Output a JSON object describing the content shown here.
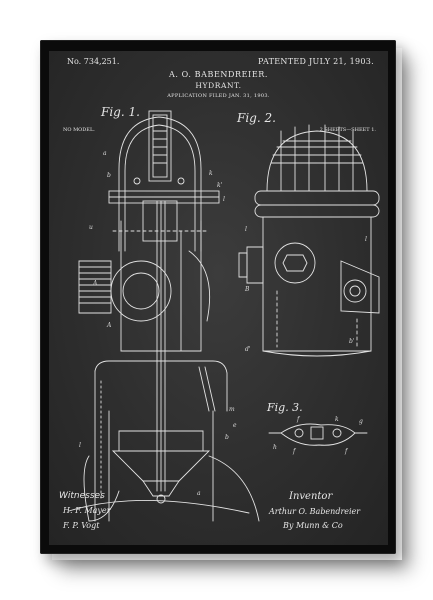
{
  "patent": {
    "number": "No. 734,251.",
    "date": "PATENTED JULY 21, 1903.",
    "inventor_name": "A. O. BABENDREIER.",
    "title": "HYDRANT.",
    "filed": "APPLICATION FILED JAN. 31, 1903.",
    "no_model": "NO MODEL.",
    "sheets": "2 SHEETS—SHEET 1."
  },
  "figures": {
    "fig1": "Fig. 1.",
    "fig2": "Fig. 2.",
    "fig3": "Fig. 3."
  },
  "signatures": {
    "witnesses_label": "Witnesses",
    "witness1": "H. F. Mayer",
    "witness2": "F. P. Vogt",
    "inventor_label": "Inventor",
    "inventor_sig": "Arthur O. Babendreier",
    "attorney_sig": "By Munn & Co"
  },
  "colors": {
    "frame": "#0b0b0b",
    "chalkboard": "#2e2e2e",
    "chalk": "#e6e6e6"
  }
}
